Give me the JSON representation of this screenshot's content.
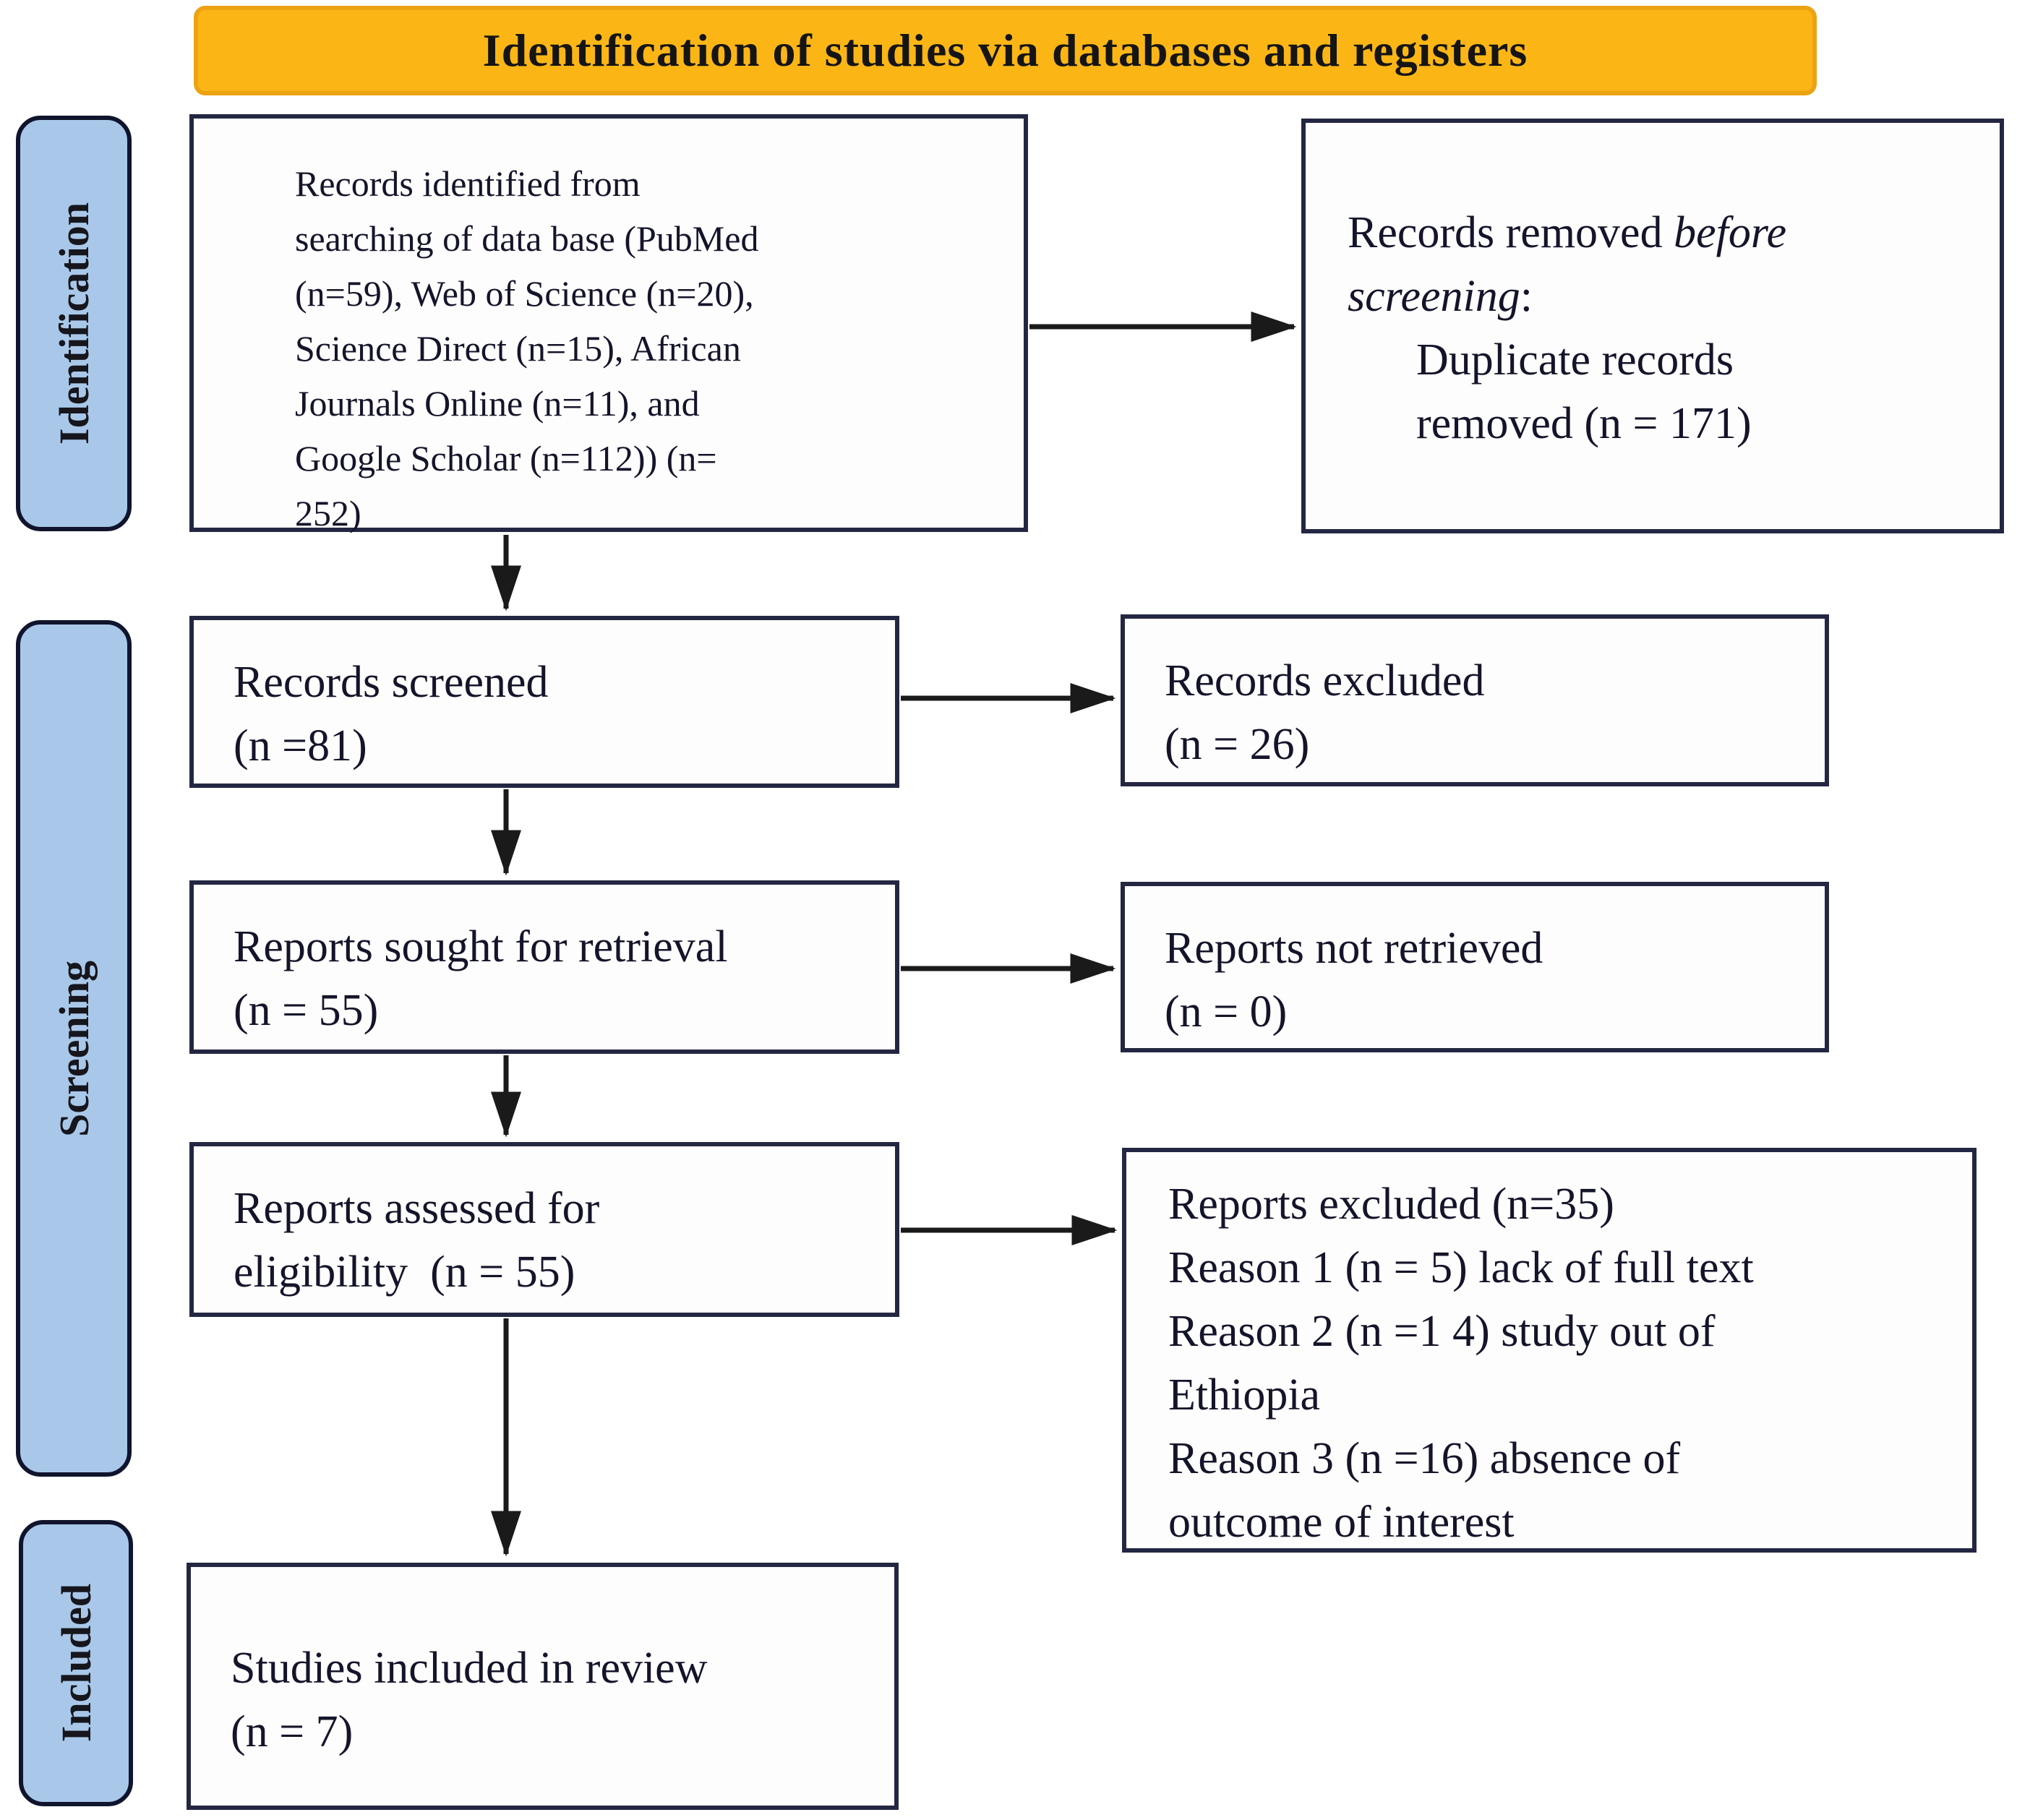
{
  "header": {
    "title": "Identification of studies via databases and registers"
  },
  "stages": {
    "identification": "Identification",
    "screening": "Screening",
    "included": "Included"
  },
  "boxes": {
    "identified": {
      "lines": [
        "Records identified from",
        "searching of data base (PubMed",
        "(n=59), Web of Science (n=20),",
        "Science Direct (n=15), African",
        "Journals Online (n=11), and",
        "Google Scholar (n=112)) (n=",
        "252)"
      ]
    },
    "removed_before_screening": {
      "line1_normal": "Records removed ",
      "line1_italic": "before",
      "line2_italic": "screening",
      "line2_normal": ":",
      "line3": "Duplicate records",
      "line4": "removed (n = 171)"
    },
    "screened": {
      "lines": [
        "Records screened",
        "(n =81)"
      ]
    },
    "records_excluded": {
      "lines": [
        "Records excluded",
        "(n = 26)"
      ]
    },
    "sought": {
      "lines": [
        "Reports sought for retrieval",
        "(n = 55)"
      ]
    },
    "not_retrieved": {
      "lines": [
        "Reports not retrieved",
        "(n = 0)"
      ]
    },
    "assessed": {
      "lines": [
        "Reports assessed for",
        "eligibility  (n = 55)"
      ]
    },
    "reports_excluded": {
      "lines": [
        "Reports excluded (n=35)",
        "Reason 1 (n = 5) lack of full text",
        "Reason 2 (n =1 4) study out of",
        "Ethiopia",
        "Reason 3 (n =16) absence of",
        "outcome of interest"
      ]
    },
    "included_review": {
      "lines": [
        "Studies included in review",
        "(n = 7)"
      ]
    }
  },
  "colors": {
    "banner_bg": "#FBB616",
    "banner_border": "#EDA211",
    "stage_bg": "#A9C8E9",
    "stage_border": "#10142D",
    "box_border": "#232742",
    "text": "#14142A",
    "arrow": "#1A1A1A"
  }
}
